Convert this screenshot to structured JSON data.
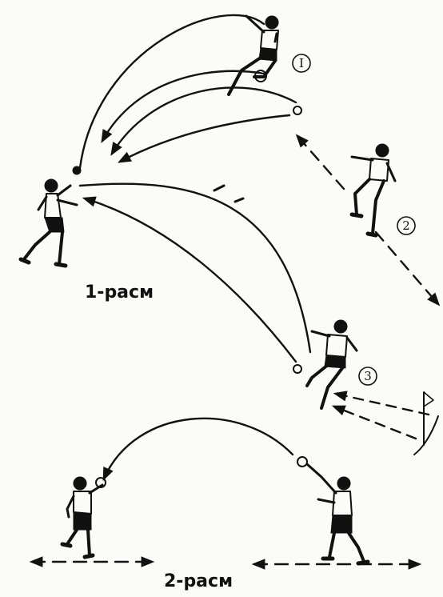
{
  "figure_captions": {
    "fig1": "1-расм",
    "fig2": "2-расм"
  },
  "player_numbers": {
    "p1": "I",
    "p2": "2",
    "p3": "3"
  },
  "colors": {
    "ink": "#111111",
    "paper": "#fbfbfa"
  }
}
